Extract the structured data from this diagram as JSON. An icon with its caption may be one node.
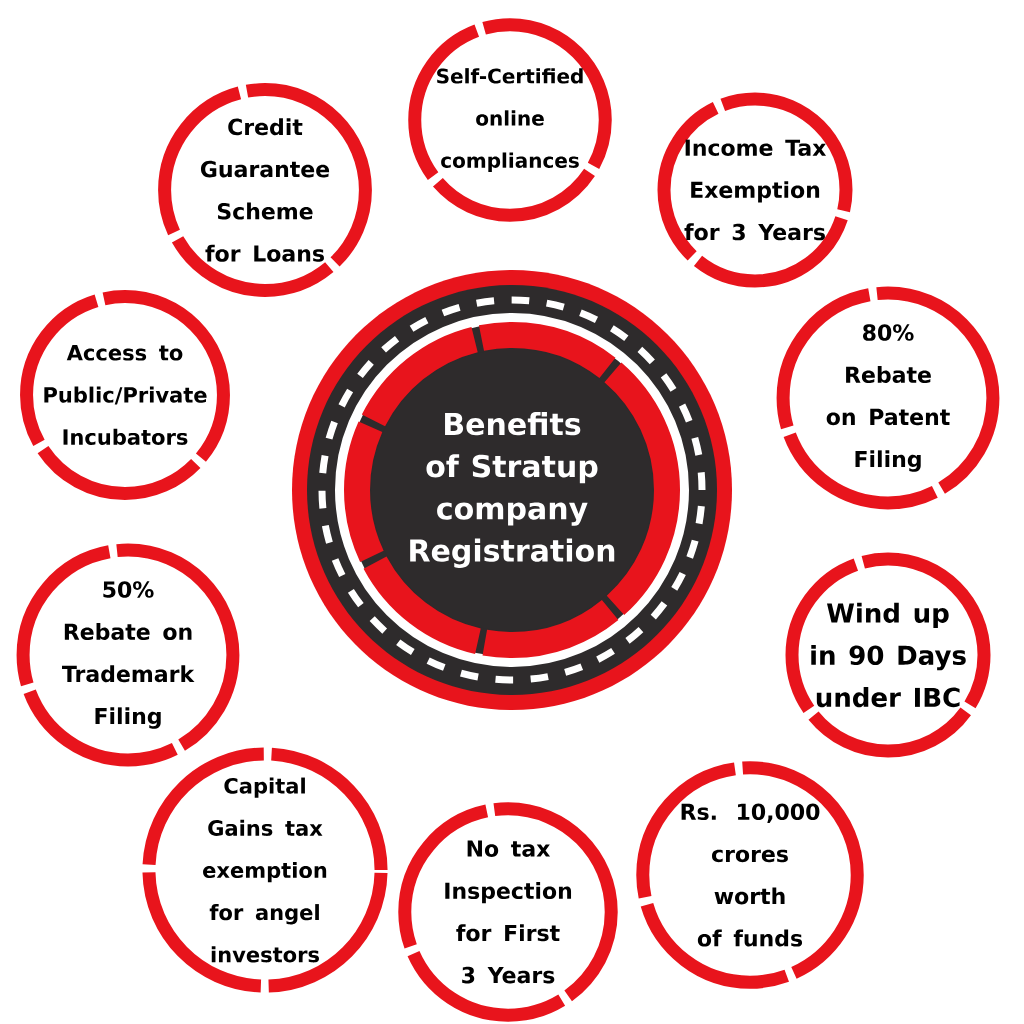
{
  "diagram": {
    "nodes": [
      {
        "text": [
          "Benefits of Stratup company Registration"
        ]
      },
      {
        "text": [
          "Self-Certified online compliances"
        ]
      },
      {
        "text": [
          "Income Tax Exemption for 3 Years"
        ]
      },
      {
        "text": [
          "80% Rebate on Patent Filing"
        ]
      },
      {
        "text": [
          "Wind up in 90 Days under IBC"
        ]
      },
      {
        "text": [
          "Rs. 10,000 crores worth of funds"
        ]
      },
      {
        "text": [
          "No tax Inspection for First 3 Years"
        ]
      },
      {
        "text": [
          "Capital Gains tax exemption for angel investors"
        ]
      },
      {
        "text": [
          "50% Rebate on Trademark Filing"
        ]
      },
      {
        "text": [
          "Access to Public/Private Incubators"
        ]
      },
      {
        "text": [
          "Credit Guarantee Scheme for Loans"
        ]
      }
    ]
  }
}
